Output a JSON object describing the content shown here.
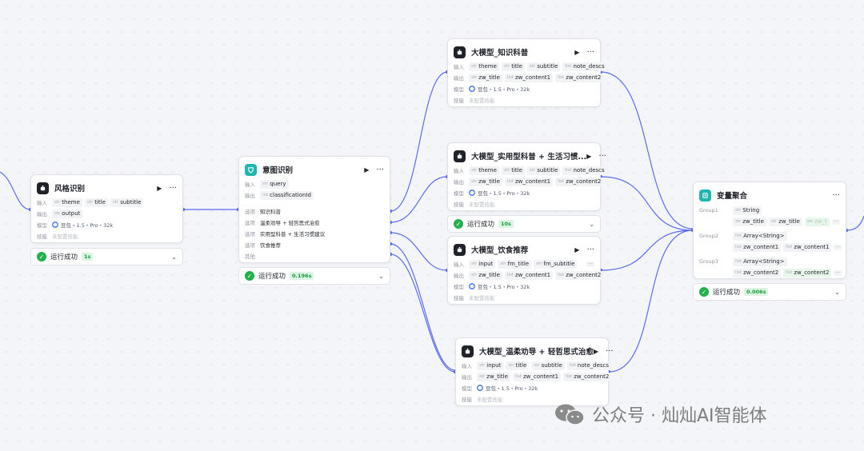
{
  "nodes": {
    "style": {
      "title": "风格识别",
      "input_label": "输入",
      "output_label": "输出",
      "model_label": "模型",
      "skill_label": "技能",
      "inputs": [
        {
          "type": "str",
          "name": "theme"
        },
        {
          "type": "str",
          "name": "title"
        },
        {
          "type": "str",
          "name": "subtitle"
        }
      ],
      "outputs": [
        {
          "type": "str",
          "name": "output"
        }
      ],
      "model": "豆包・1.5・Pro・32k",
      "skill": "未配置技能",
      "status": {
        "text": "运行成功",
        "time": "1s"
      }
    },
    "intent": {
      "title": "意图识别",
      "input_label": "输入",
      "output_label": "输出",
      "option_label": "选项",
      "other_label": "其他",
      "inputs": [
        {
          "type": "str",
          "name": "query"
        }
      ],
      "outputs": [
        {
          "type": "int",
          "name": "classificationId"
        }
      ],
      "options": [
        "知识科普",
        "温柔劝导 + 轻哲思式治愈",
        "实用型科普 + 生活习惯建议",
        "饮食推荐"
      ],
      "status": {
        "text": "运行成功",
        "time": "0.196s"
      }
    },
    "knowledge": {
      "title": "大模型_知识科普",
      "input_label": "输入",
      "output_label": "输出",
      "model_label": "模型",
      "skill_label": "技能",
      "inputs": [
        {
          "type": "str",
          "name": "theme"
        },
        {
          "type": "str",
          "name": "title"
        },
        {
          "type": "str",
          "name": "subtitle"
        },
        {
          "type": "list",
          "name": "note_descs"
        }
      ],
      "outputs": [
        {
          "type": "str",
          "name": "zw_title"
        },
        {
          "type": "list",
          "name": "zw_content1"
        },
        {
          "type": "list",
          "name": "zw_content2"
        }
      ],
      "model": "豆包・1.5・Pro・32k",
      "skill": "未配置技能"
    },
    "practical": {
      "title": "大模型_实用型科普 + 生活习惯...",
      "input_label": "输入",
      "output_label": "输出",
      "model_label": "模型",
      "skill_label": "技能",
      "inputs": [
        {
          "type": "str",
          "name": "theme"
        },
        {
          "type": "str",
          "name": "title"
        },
        {
          "type": "str",
          "name": "subtitle"
        },
        {
          "type": "list",
          "name": "note_descs"
        }
      ],
      "outputs": [
        {
          "type": "str",
          "name": "zw_title"
        },
        {
          "type": "list",
          "name": "zw_content1"
        },
        {
          "type": "list",
          "name": "zw_content2"
        }
      ],
      "model": "豆包・1.5・Pro・32k",
      "skill": "未配置技能",
      "status": {
        "text": "运行成功",
        "time": "10s"
      }
    },
    "diet": {
      "title": "大模型_饮食推荐",
      "input_label": "输入",
      "output_label": "输出",
      "model_label": "模型",
      "skill_label": "技能",
      "inputs": [
        {
          "type": "str",
          "name": "input"
        },
        {
          "type": "str",
          "name": "fm_title"
        },
        {
          "type": "str",
          "name": "fm_subtitle"
        }
      ],
      "more": "···",
      "outputs": [
        {
          "type": "str",
          "name": "zw_title"
        },
        {
          "type": "list",
          "name": "zw_content1"
        },
        {
          "type": "list",
          "name": "zw_content2"
        }
      ],
      "model": "豆包・1.5・Pro・32k",
      "skill": "未配置技能"
    },
    "gentle": {
      "title": "大模型_温柔劝导 + 轻哲思式治愈",
      "input_label": "输入",
      "output_label": "输出",
      "model_label": "模型",
      "skill_label": "技能",
      "inputs": [
        {
          "type": "str",
          "name": "input"
        },
        {
          "type": "str",
          "name": "title"
        },
        {
          "type": "str",
          "name": "subtitle"
        },
        {
          "type": "list",
          "name": "note_descs"
        }
      ],
      "outputs": [
        {
          "type": "str",
          "name": "zw_title"
        },
        {
          "type": "list",
          "name": "zw_content1"
        },
        {
          "type": "list",
          "name": "zw_content2"
        }
      ],
      "model": "豆包・1.5・Pro・32k",
      "skill": "未配置技能"
    },
    "aggregate": {
      "title": "变量聚合",
      "groups": [
        {
          "label": "Group1",
          "type": "str",
          "type_name": "String",
          "items": [
            {
              "type": "str",
              "name": "zw_title"
            },
            {
              "type": "str",
              "name": "zw_title"
            },
            {
              "type": "str",
              "name": "zw_t"
            }
          ]
        },
        {
          "label": "Group2",
          "type": "list",
          "type_name": "Array<String>",
          "items": [
            {
              "type": "list",
              "name": "zw_content1"
            },
            {
              "type": "list",
              "name": "zw_content1"
            }
          ]
        },
        {
          "label": "Group3",
          "type": "list",
          "type_name": "Array<String>",
          "items": [
            {
              "type": "list",
              "name": "zw_content2"
            },
            {
              "type": "list",
              "name": "zw_content2"
            }
          ]
        }
      ],
      "more": "···",
      "status": {
        "text": "运行成功",
        "time": "0.006s"
      }
    }
  },
  "icons": {
    "node": "robot-icon",
    "intent": "intent-icon",
    "aggregate": "aggregate-icon",
    "model": "doubao-logo-icon",
    "play": "▶",
    "more": "···",
    "chevron": "⌄",
    "check": "✓"
  },
  "colors": {
    "edge": "#5b6cf0",
    "success": "#22b14c",
    "accent_teal": "#1fb5b0"
  },
  "watermark": {
    "text": "公众号 · 灿灿AI智能体"
  }
}
